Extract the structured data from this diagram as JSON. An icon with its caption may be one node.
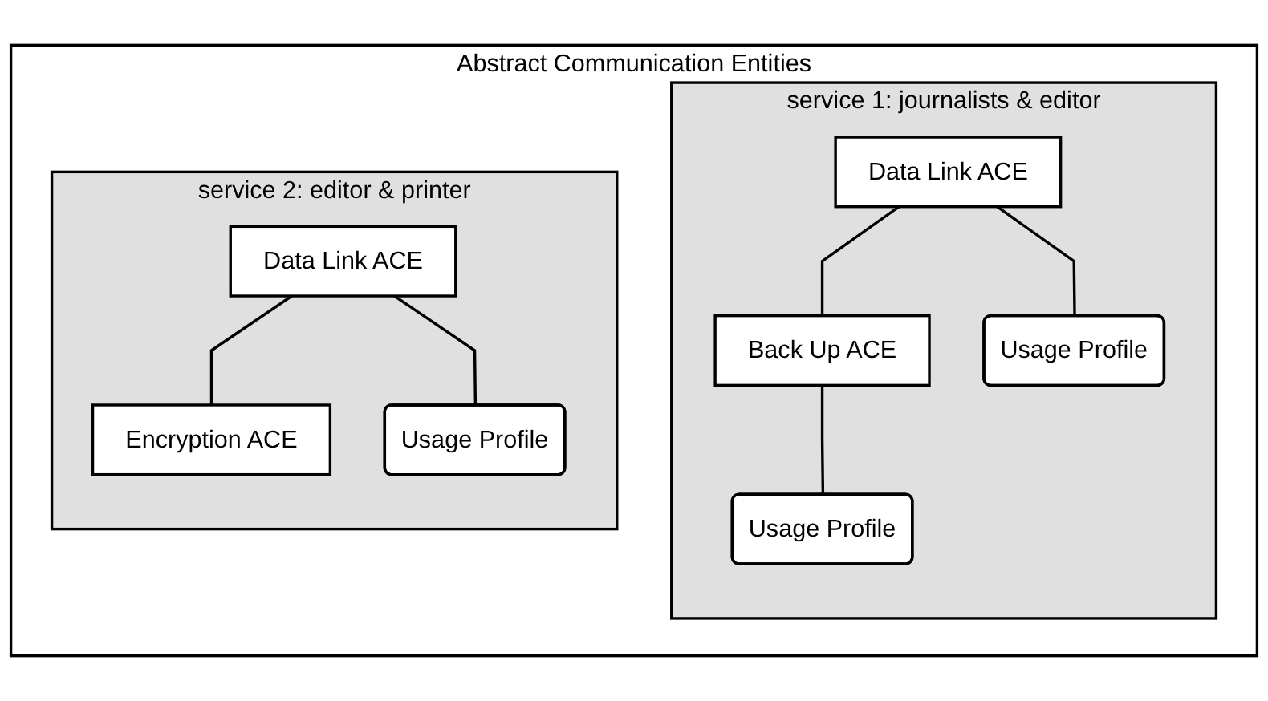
{
  "diagram": {
    "nodes": [
      {
        "text": [
          "Abstract Communication Entities"
        ]
      },
      {
        "text": [
          "service 1: journalists & editor"
        ],
        "in": 0
      },
      {
        "text": [
          "Data Link ACE"
        ],
        "in": 1
      },
      {
        "text": [
          "Back Up ACE"
        ],
        "in": 1
      },
      {
        "text": [
          "Usage Profile"
        ],
        "in": 1
      },
      {
        "text": [
          "Usage Profile"
        ],
        "in": 1
      },
      {
        "text": [
          "service 2: editor & printer"
        ],
        "in": 0
      },
      {
        "text": [
          "Data Link ACE"
        ],
        "in": 6
      },
      {
        "text": [
          "Encryption ACE"
        ],
        "in": 6
      },
      {
        "text": [
          "Usage Profile"
        ],
        "in": 6
      }
    ],
    "edges": [
      {
        "from": 2,
        "to": 3,
        "arrow": "none"
      },
      {
        "from": 2,
        "to": 4,
        "arrow": "none"
      },
      {
        "from": 3,
        "to": 5,
        "arrow": "none"
      },
      {
        "from": 7,
        "to": 8,
        "arrow": "none"
      },
      {
        "from": 7,
        "to": 9,
        "arrow": "none"
      }
    ]
  }
}
